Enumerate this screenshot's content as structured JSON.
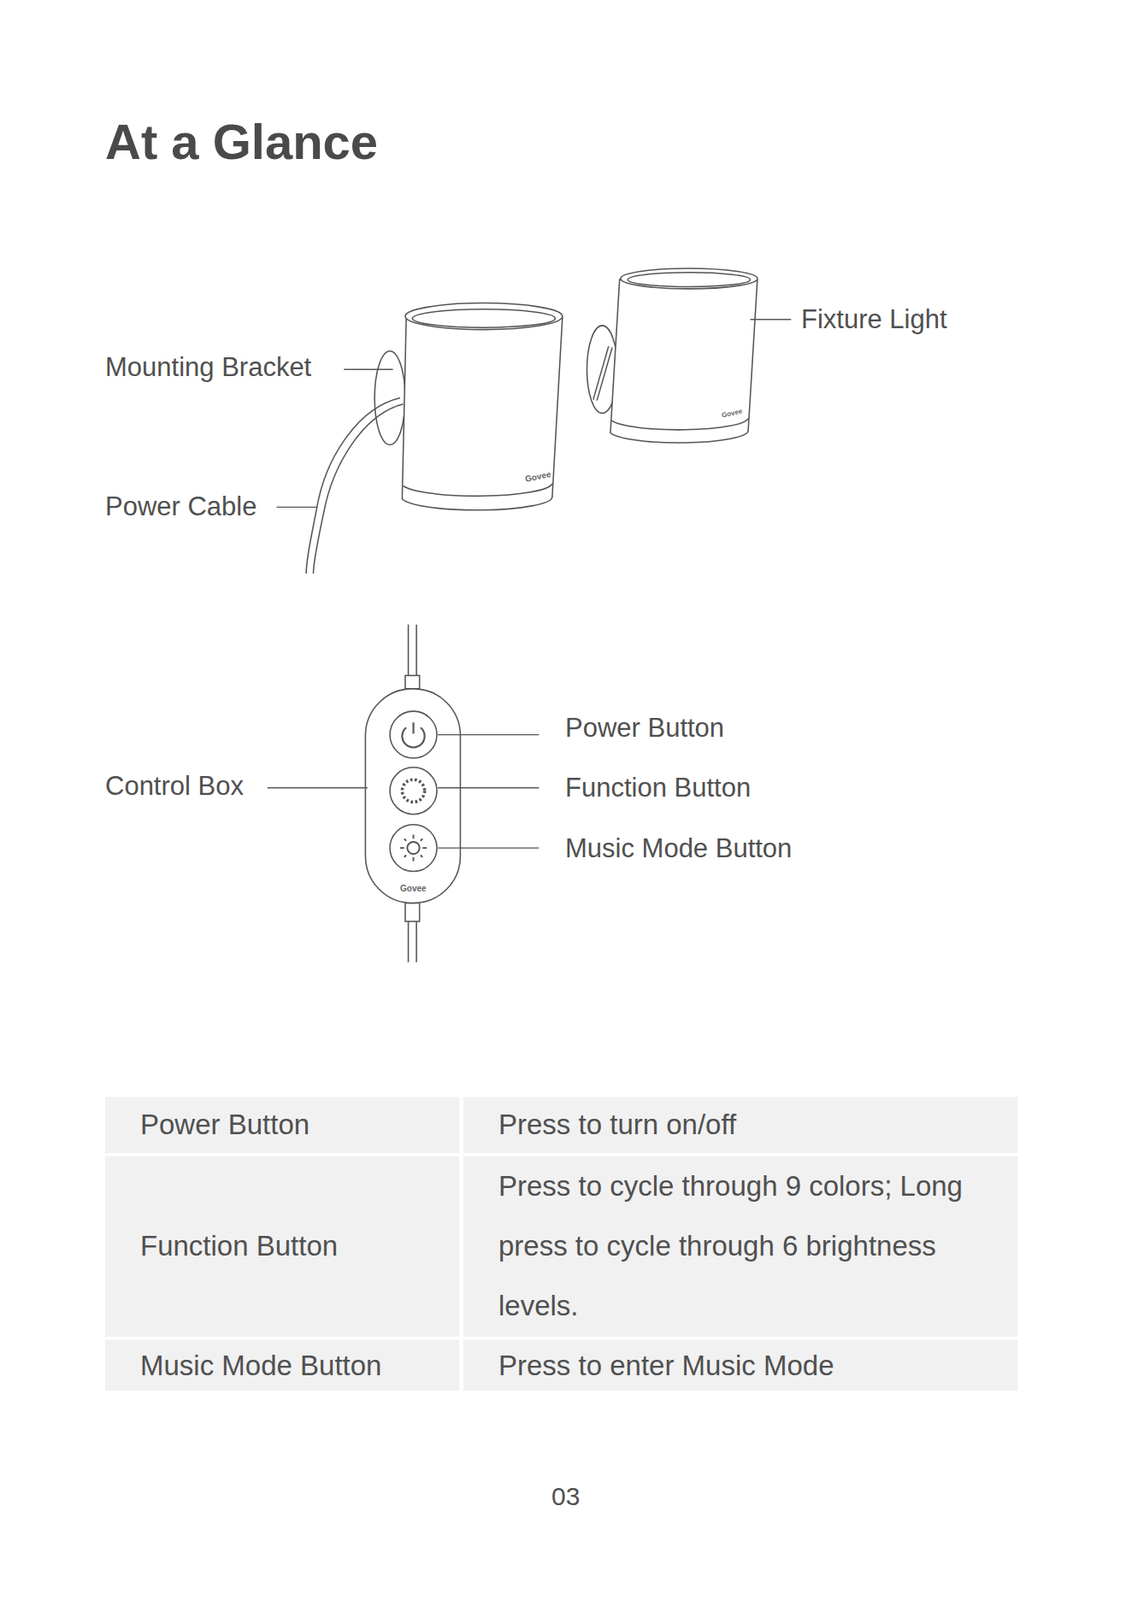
{
  "diagram": {
    "title": "At a Glance",
    "labels": [
      "Fixture Light",
      "Mounting Bracket",
      "Power Cable",
      "Govee",
      "Govee",
      "Power Button",
      "Function Button",
      "Music Mode Button",
      "Control Box",
      "Govee",
      "Power Button",
      "Press to turn on/off",
      "Function Button",
      "Press to cycle through 9 colors; Long press to cycle through 6 brightness levels.",
      "Music Mode Button",
      "Press to enter Music Mode",
      "03"
    ]
  }
}
